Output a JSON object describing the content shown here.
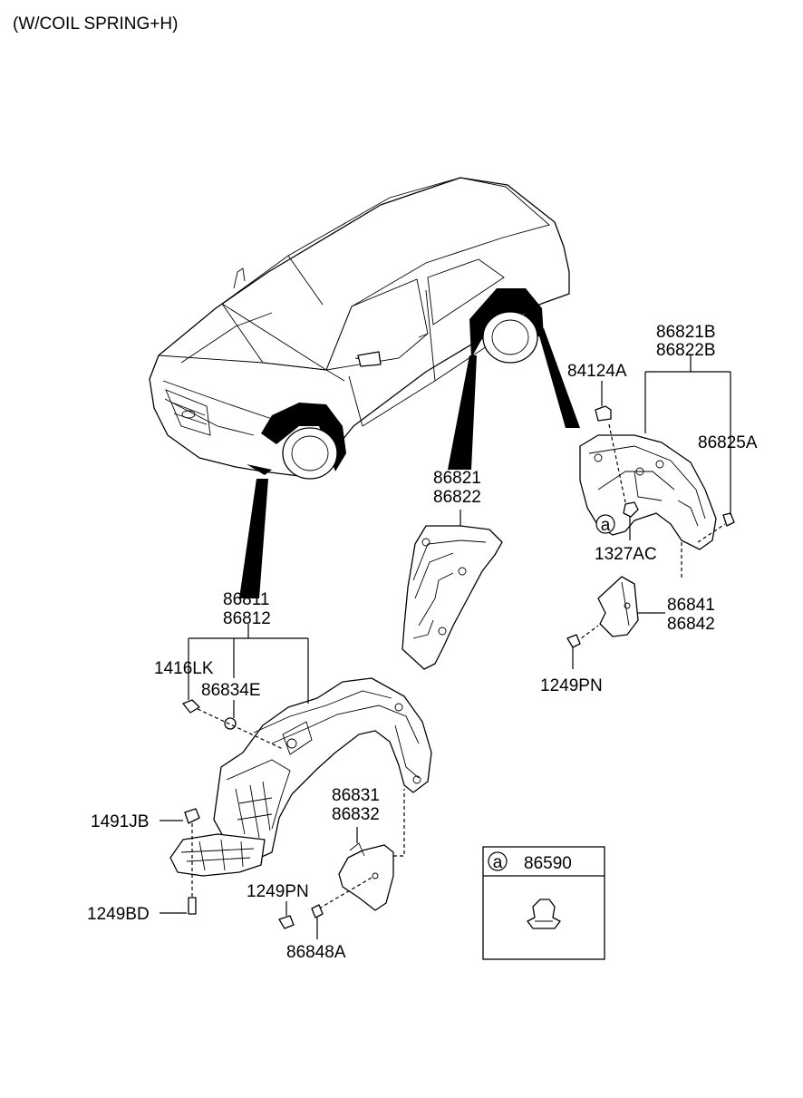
{
  "header": {
    "title": "(W/COIL SPRING+H)"
  },
  "labels": {
    "p86821B": "86821B",
    "p86822B": "86822B",
    "p84124A": "84124A",
    "p86825A": "86825A",
    "p86821": "86821",
    "p86822": "86822",
    "p1327AC": "1327AC",
    "p86841": "86841",
    "p86842": "86842",
    "p1249PN_rear": "1249PN",
    "p86811": "86811",
    "p86812": "86812",
    "p1416LK": "1416LK",
    "p86834E": "86834E",
    "p86831": "86831",
    "p86832": "86832",
    "p1491JB": "1491JB",
    "p1249BD": "1249BD",
    "p1249PN_front": "1249PN",
    "p86848A": "86848A"
  },
  "callout": {
    "letter": "a",
    "part": "86590"
  },
  "legend_box": {
    "letter": "a",
    "part": "86590"
  }
}
